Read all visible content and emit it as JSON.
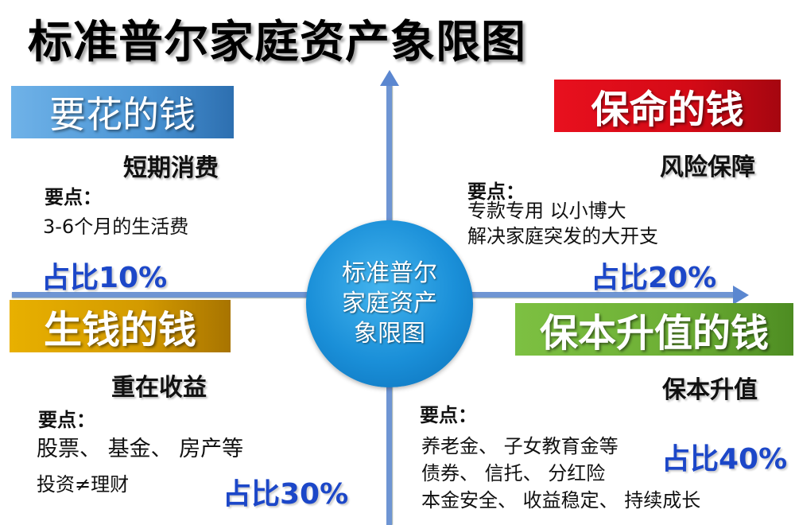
{
  "title": "标准普尔家庭资产象限图",
  "center": {
    "lines": [
      "标准普尔",
      "家庭资产",
      "象限图"
    ],
    "color": "#1a8fd8"
  },
  "axes": {
    "color": "#6f95d3"
  },
  "quadrants": {
    "top_left": {
      "banner": "要花的钱",
      "banner_color": "#4a94d4",
      "subtitle": "短期消费",
      "key_label": "要点：",
      "points": [
        "3-6个月的生活费"
      ],
      "share": "占比10%"
    },
    "top_right": {
      "banner": "保命的钱",
      "banner_color": "#d40a16",
      "subtitle": "风险保障",
      "key_label": "要点：",
      "points": [
        "专款专用  以小博大",
        "解决家庭突发的大开支"
      ],
      "share": "占比20%"
    },
    "bottom_left": {
      "banner": "生钱的钱",
      "banner_color": "#d39a00",
      "subtitle": "重在收益",
      "key_label": "要点：",
      "points": [
        "股票、 基金、 房产等",
        "投资≠理财"
      ],
      "share": "占比30%"
    },
    "bottom_right": {
      "banner": "保本升值的钱",
      "banner_color": "#6cae34",
      "subtitle": "保本升值",
      "key_label": "要点：",
      "points": [
        "养老金、 子女教育金等",
        "债券、 信托、 分红险",
        "本金安全、 收益稳定、 持续成长"
      ],
      "share": "占比40%"
    }
  },
  "share_color": "#1c47c8"
}
